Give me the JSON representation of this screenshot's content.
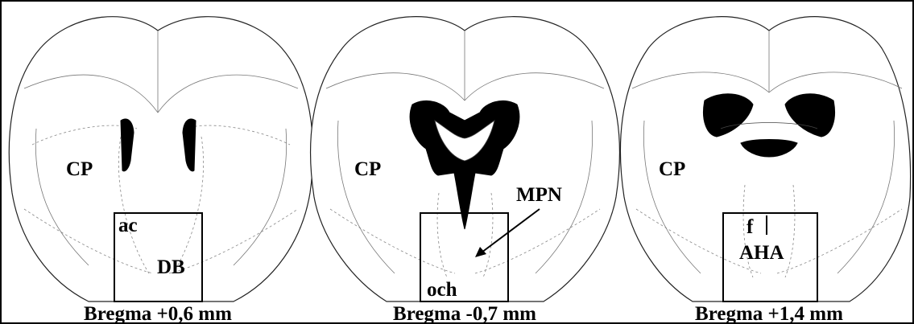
{
  "sections": [
    {
      "id": "left",
      "caption": "Bregma +0,6 mm",
      "labels": {
        "cp": "CP",
        "ac": "ac",
        "db": "DB"
      }
    },
    {
      "id": "middle",
      "caption": "Bregma -0,7 mm",
      "labels": {
        "cp": "CP",
        "mpn": "MPN",
        "och": "och"
      }
    },
    {
      "id": "right",
      "caption": "Bregma +1,4 mm",
      "labels": {
        "cp": "CP",
        "f": "f",
        "aha": "AHA"
      }
    }
  ],
  "colors": {
    "ink": "#000000",
    "background": "#ffffff",
    "guide_lines": "#888888"
  }
}
